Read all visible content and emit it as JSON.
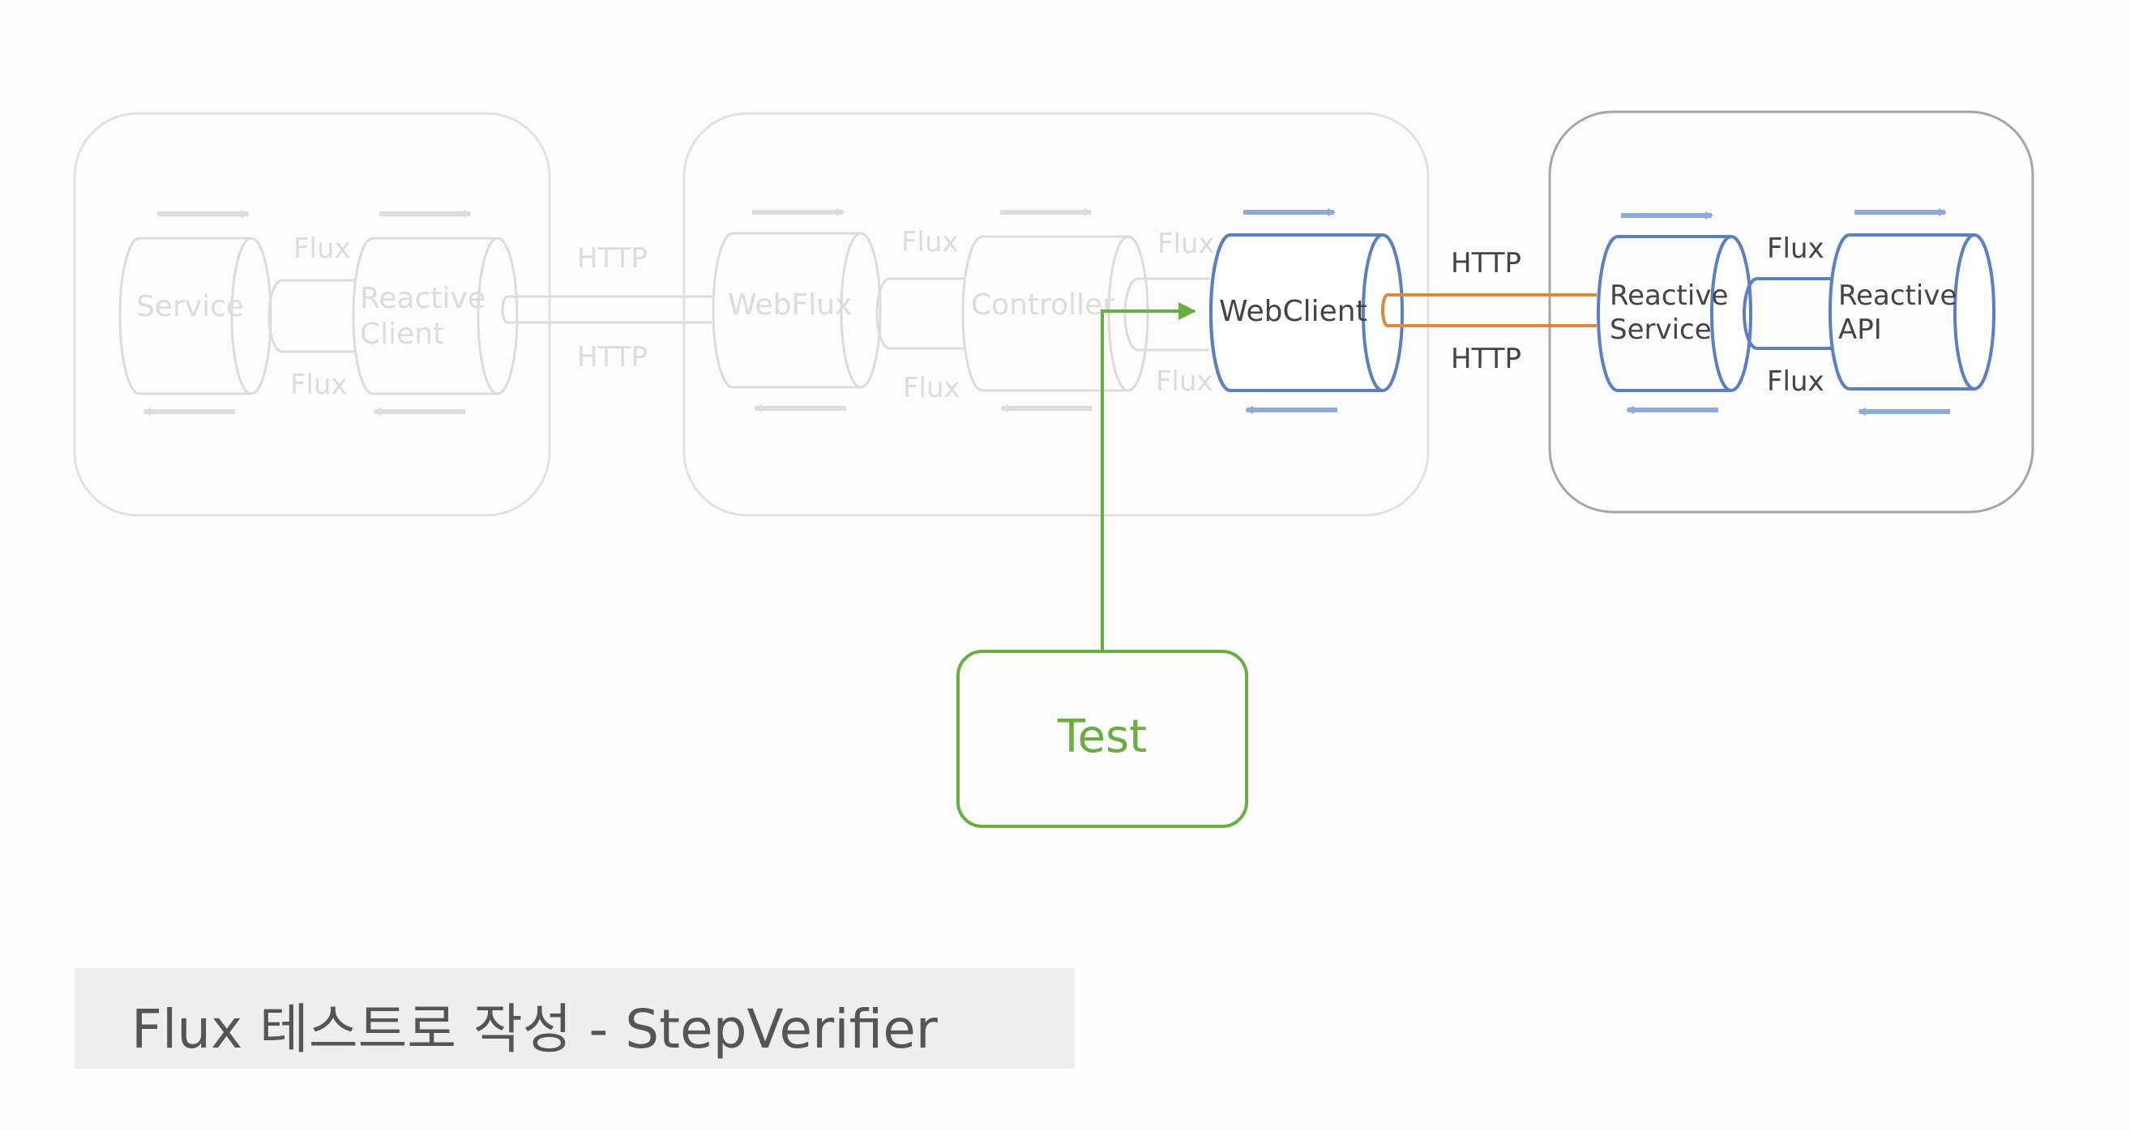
{
  "colors": {
    "faded": "#dcdcdc",
    "active": "#5b7fc0",
    "active_arrow": "#8ea9dc",
    "http_pipe": "#d98b3a",
    "test": "#6aad43",
    "container_active": "#a6a6a6",
    "label": "#444444"
  },
  "nodes": {
    "service": "Service",
    "reactive_client_line1": "Reactive",
    "reactive_client_line2": "Client",
    "webflux": "WebFlux",
    "controller": "Controller",
    "webclient": "WebClient",
    "reactive_service_line1": "Reactive",
    "reactive_service_line2": "Service",
    "reactive_api_line1": "Reactive",
    "reactive_api_line2": "API",
    "test": "Test"
  },
  "labels": {
    "flux": "Flux",
    "http": "HTTP"
  },
  "caption": "Flux 테스트로 작성 - StepVerifier"
}
